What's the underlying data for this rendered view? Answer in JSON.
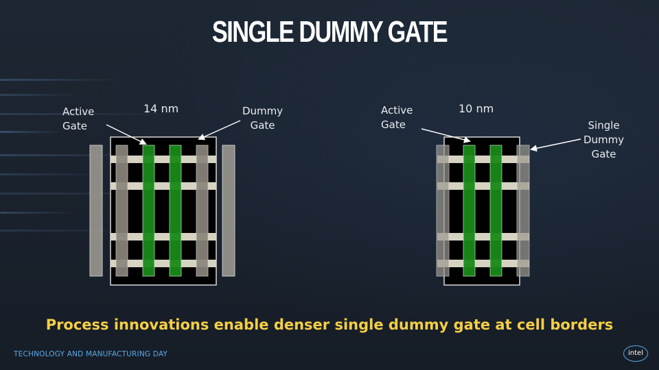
{
  "slide": {
    "title": "SINGLE DUMMY GATE",
    "tagline": "Process innovations enable denser single dummy gate at cell borders",
    "footer": "TECHNOLOGY AND MANUFACTURING DAY",
    "logo_text": "intel"
  },
  "diagram_14nm": {
    "node_label": "14 nm",
    "active_gate_label": "Active\nGate",
    "dummy_gate_label": "Dummy\nGate"
  },
  "diagram_10nm": {
    "node_label": "10 nm",
    "active_gate_label": "Active\nGate",
    "dummy_gate_label": "Single\nDummy\nGate"
  },
  "colors": {
    "active_gate": "#1a8a1a",
    "dummy_gate": "#8a857c",
    "fin": "#d7d3c2",
    "cell_background": "#000000",
    "cell_border": "#d9d9d9",
    "tagline": "#f5cf44",
    "footer": "#5aa9e6"
  }
}
